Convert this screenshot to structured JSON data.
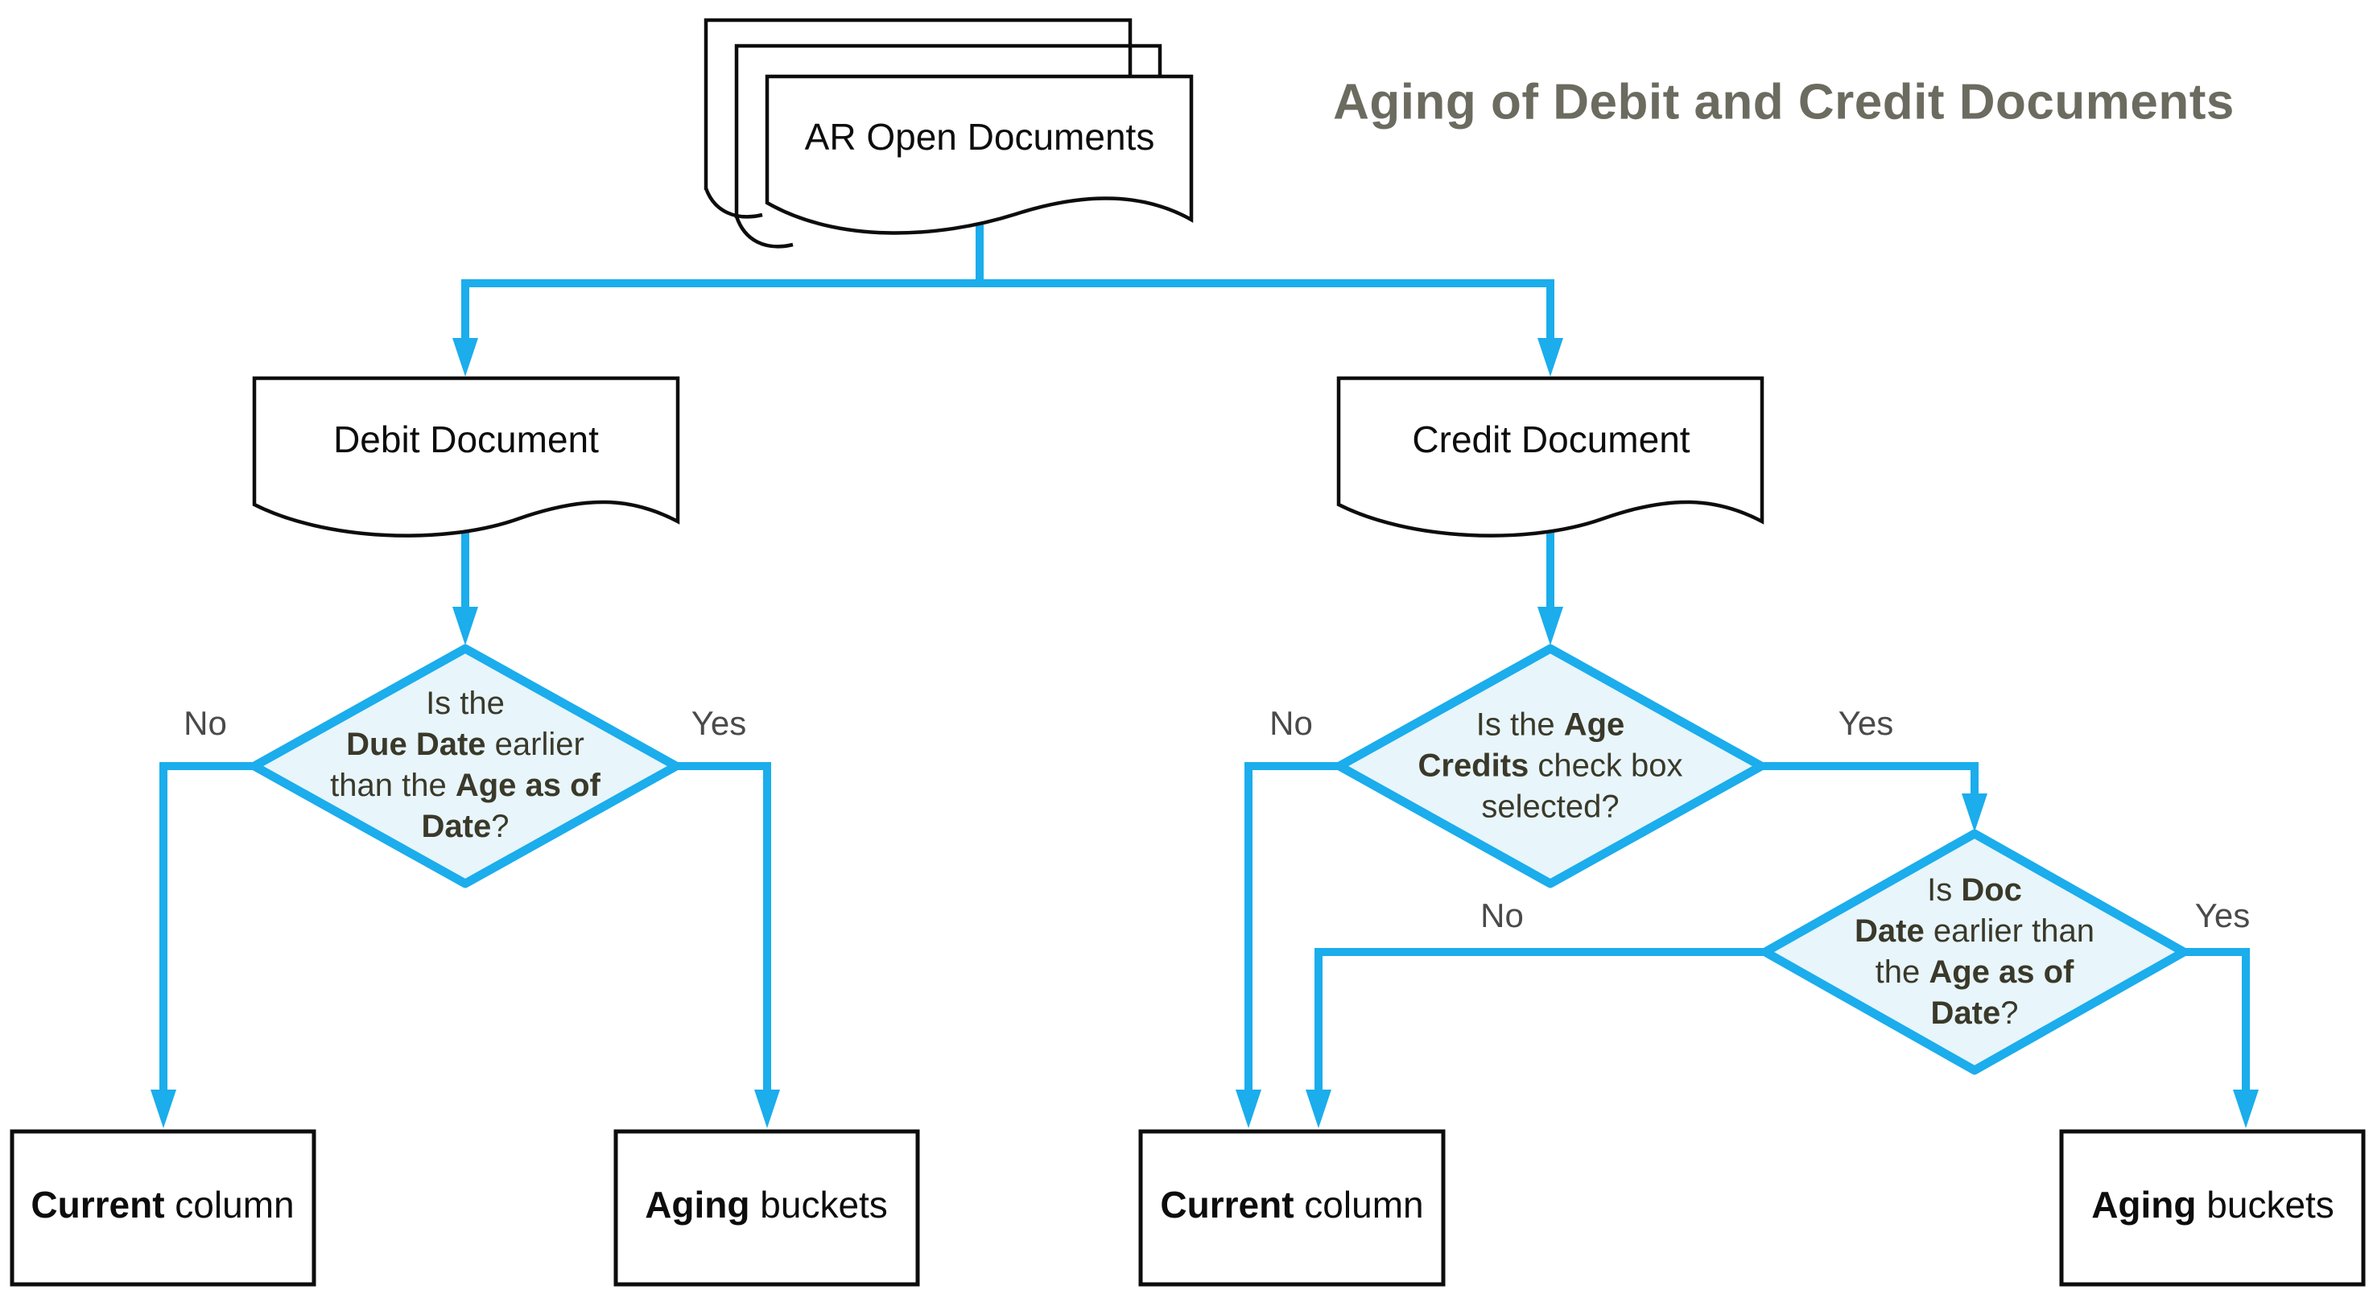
{
  "title": "Aging of Debit and Credit Documents",
  "colors": {
    "accent": "#1badec",
    "diamond_fill": "#e8f5fa",
    "diamond_text": "#3a392a",
    "label_gray": "#4a4a4a",
    "title_gray": "#6b6b60",
    "shape_stroke": "#0d0d0d"
  },
  "nodes": {
    "source": {
      "label": "AR Open Documents"
    },
    "debit": {
      "label": "Debit Document"
    },
    "credit": {
      "label": "Credit Document"
    },
    "due_q": {
      "l1a": "Is the",
      "l2b": "Due Date",
      "l2a": " earlier",
      "l3a": "than the ",
      "l3b": "Age as of",
      "l4b": "Date",
      "l4a": "?"
    },
    "age_q": {
      "l1a": "Is the ",
      "l1b": "Age",
      "l2b": "Credits",
      "l2a": " check box",
      "l3a": "selected?"
    },
    "doc_q": {
      "l1a": "Is ",
      "l1b": "Doc",
      "l2b": "Date",
      "l2a": " earlier than",
      "l3a": "the ",
      "l3b": "Age as of",
      "l4b": "Date",
      "l4a": "?"
    },
    "current_left": {
      "b": "Current",
      "a": " column"
    },
    "aging_left": {
      "b": "Aging",
      "a": " buckets"
    },
    "current_right": {
      "b": "Current",
      "a": " column"
    },
    "aging_right": {
      "b": "Aging",
      "a": " buckets"
    }
  },
  "edges": {
    "due_no": "No",
    "due_yes": "Yes",
    "age_no": "No",
    "age_yes": "Yes",
    "doc_no": "No",
    "doc_yes": "Yes"
  }
}
